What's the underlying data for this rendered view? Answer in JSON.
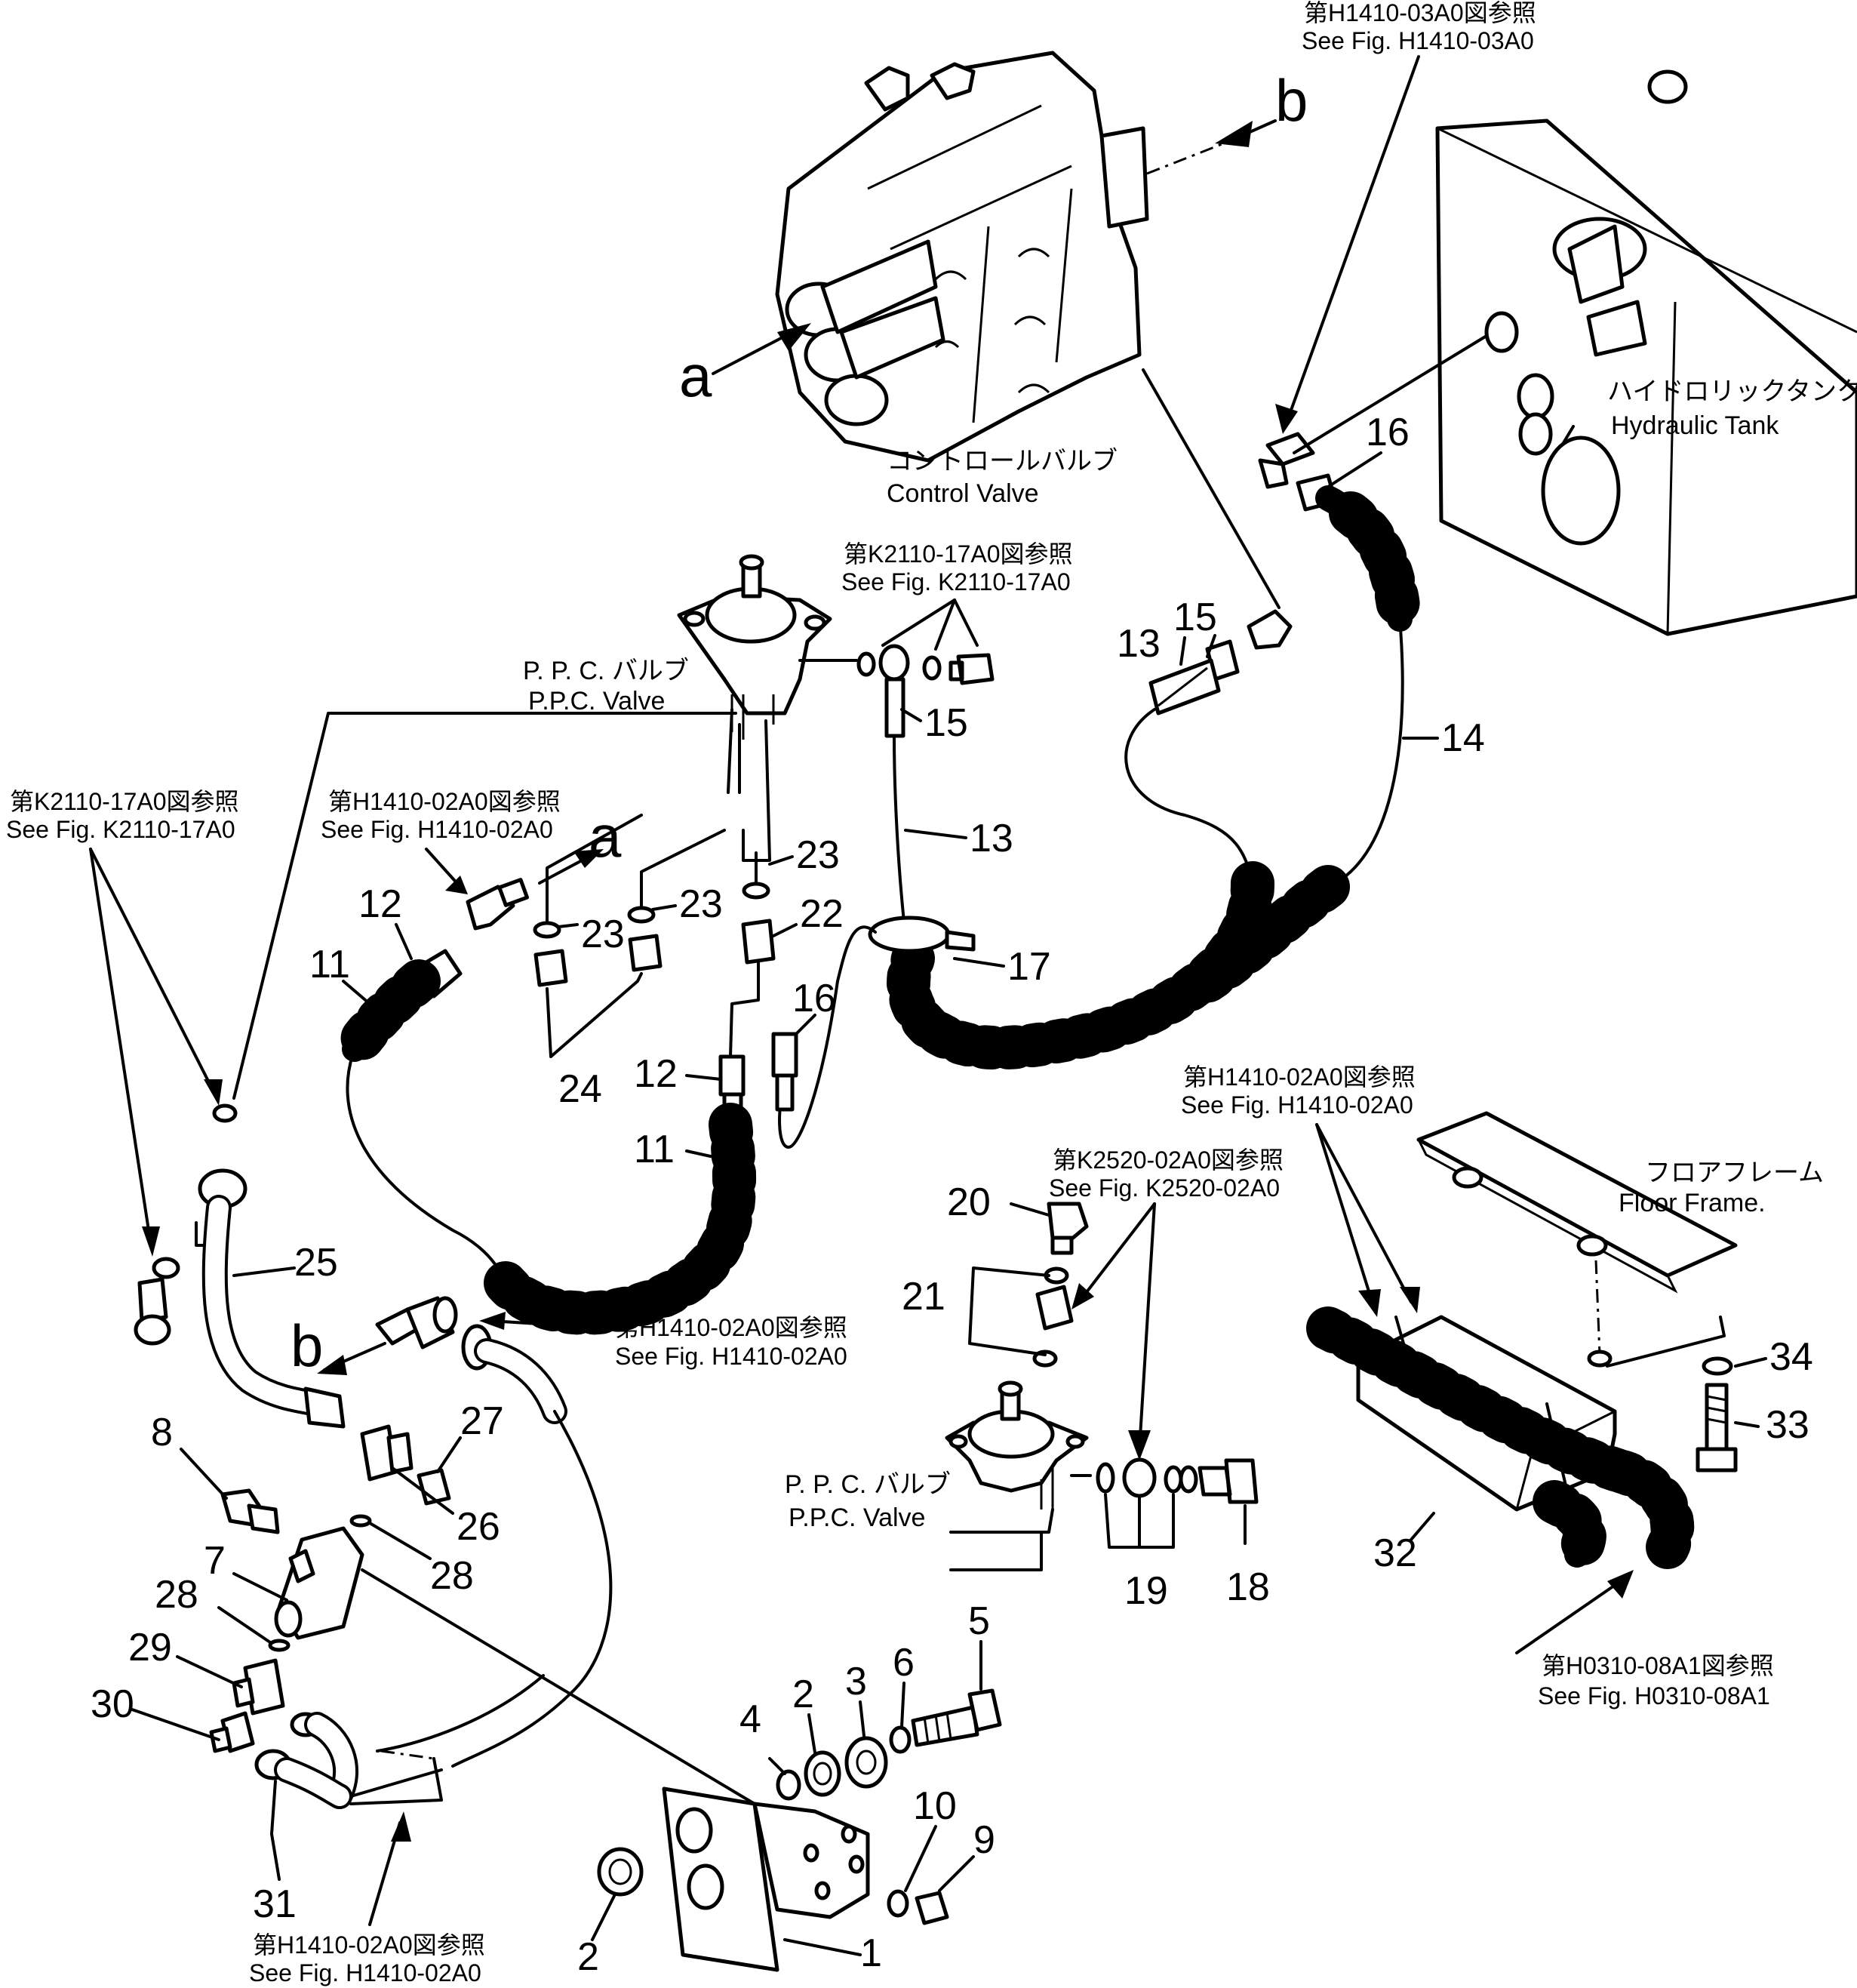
{
  "component_labels": {
    "control_valve_jp": "コントロールバルブ",
    "control_valve_en": "Control Valve",
    "hydraulic_tank_jp": "ハイドロリックタンク",
    "hydraulic_tank_en": "Hydraulic Tank",
    "ppc_valve_top_jp": "P. P. C. バルブ",
    "ppc_valve_top_en": "P.P.C. Valve",
    "ppc_valve_bottom_jp": "P. P. C. バルブ",
    "ppc_valve_bottom_en": "P.P.C. Valve",
    "floor_frame_jp": "フロアフレーム",
    "floor_frame_en": "Floor Frame."
  },
  "reference_labels": {
    "h1410_03a0_jp": "第H1410-03A0図参照",
    "h1410_03a0_en": "See Fig. H1410-03A0",
    "k2110_17a0_center_jp": "第K2110-17A0図参照",
    "k2110_17a0_center_en": "See Fig. K2110-17A0",
    "k2110_17a0_left_jp": "第K2110-17A0図参照",
    "k2110_17a0_left_en": "See Fig. K2110-17A0",
    "h1410_02a0_upper_jp": "第H1410-02A0図参照",
    "h1410_02a0_upper_en": "See Fig. H1410-02A0",
    "h1410_02a0_right_jp": "第H1410-02A0図参照",
    "h1410_02a0_right_en": "See Fig. H1410-02A0",
    "k2520_02a0_jp": "第K2520-02A0図参照",
    "k2520_02a0_en": "See Fig. K2520-02A0",
    "h1410_02a0_middle_jp": "第H1410-02A0図参照",
    "h1410_02a0_middle_en": "See Fig. H1410-02A0",
    "h0310_08a1_jp": "第H0310-08A1図参照",
    "h0310_08a1_en": "See Fig. H0310-08A1",
    "h1410_02a0_bottom_jp": "第H1410-02A0図参照",
    "h1410_02a0_bottom_en": "See Fig. H1410-02A0"
  },
  "connection_letters": {
    "a_valve": "a",
    "b_valve": "b",
    "a_ppc": "a",
    "b_left": "b"
  },
  "callouts": {
    "p1": "1",
    "p2a": "2",
    "p2b": "2",
    "p3": "3",
    "p4": "4",
    "p5": "5",
    "p6": "6",
    "p7": "7",
    "p8": "8",
    "p9": "9",
    "p10": "10",
    "p11a": "11",
    "p11b": "11",
    "p12a": "12",
    "p12b": "12",
    "p13a": "13",
    "p13b": "13",
    "p14": "14",
    "p15a": "15",
    "p15b": "15",
    "p16a": "16",
    "p16b": "16",
    "p17": "17",
    "p18": "18",
    "p19": "19",
    "p20": "20",
    "p21": "21",
    "p22": "22",
    "p23a": "23",
    "p23b": "23",
    "p23c": "23",
    "p24": "24",
    "p25": "25",
    "p26": "26",
    "p27": "27",
    "p28a": "28",
    "p28b": "28",
    "p29": "29",
    "p30": "30",
    "p31": "31",
    "p32": "32",
    "p33": "33",
    "p34": "34"
  }
}
